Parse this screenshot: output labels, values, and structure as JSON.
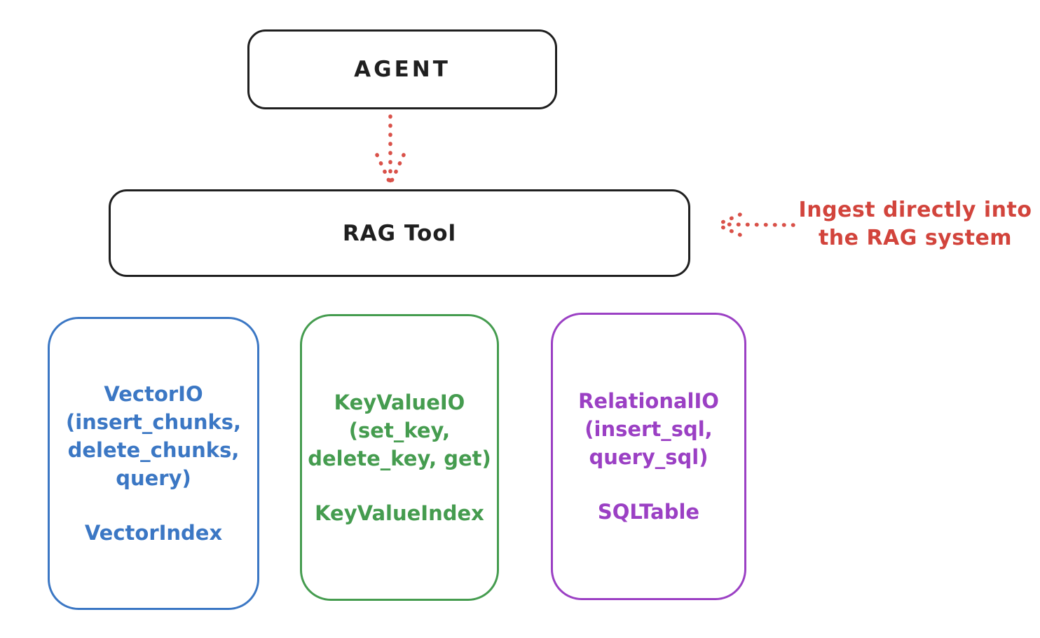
{
  "colors": {
    "ink": "#1f1f1f",
    "red": "#d2443c",
    "blue": "#3b77c4",
    "green": "#459c4f",
    "purple": "#9b40c4",
    "background": "#ffffff"
  },
  "nodes": {
    "agent": {
      "label": "AGENT"
    },
    "rag_tool": {
      "label": "RAG Tool"
    },
    "vector_io": {
      "lines": [
        "VectorIO",
        "(insert_chunks,",
        "delete_chunks,",
        "query)"
      ],
      "index_label": "VectorIndex",
      "color": "#3b77c4"
    },
    "key_value_io": {
      "lines": [
        "KeyValueIO",
        "(set_key,",
        "delete_key, get)"
      ],
      "index_label": "KeyValueIndex",
      "color": "#459c4f"
    },
    "relational_io": {
      "lines": [
        "RelationalIO",
        "(insert_sql,",
        "query_sql)"
      ],
      "index_label": "SQLTable",
      "color": "#9b40c4"
    }
  },
  "annotation": {
    "lines": [
      "Ingest directly into",
      "the RAG system"
    ],
    "color": "#d2443c"
  },
  "arrows": [
    {
      "name": "agent-to-rag-tool",
      "style": "dotted",
      "direction": "down",
      "color": "#d2443c"
    },
    {
      "name": "annotation-to-rag-tool",
      "style": "dotted",
      "direction": "left",
      "color": "#d2443c"
    }
  ]
}
